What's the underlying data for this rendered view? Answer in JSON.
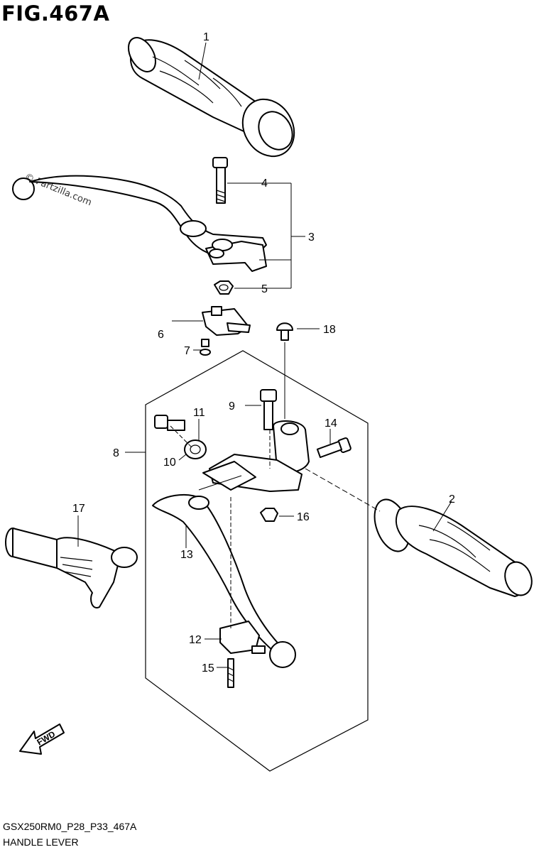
{
  "figure": {
    "title": "FIG.467A",
    "watermark": "© Partzilla.com",
    "direction_label": "FWD",
    "code": "GSX250RM0_P28_P33_467A",
    "name": "HANDLE LEVER"
  },
  "callouts": [
    "1",
    "2",
    "3",
    "4",
    "5",
    "6",
    "7",
    "8",
    "9",
    "10",
    "11",
    "12",
    "13",
    "14",
    "15",
    "16",
    "17",
    "18"
  ]
}
